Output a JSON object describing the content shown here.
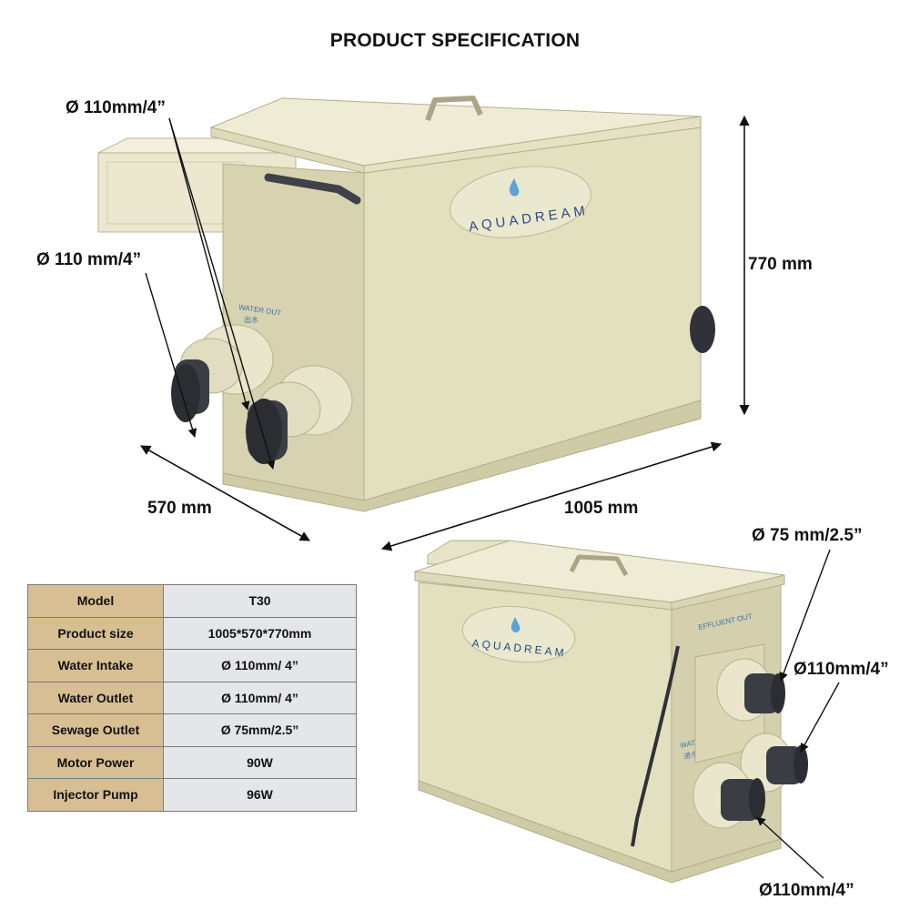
{
  "title": "PRODUCT SPECIFICATION",
  "dimensions": {
    "height": "770 mm",
    "depth": "570 mm",
    "width": "1005 mm"
  },
  "callouts": {
    "intake_top": "Ø 110mm/4”",
    "intake_left": "Ø 110 mm/4”",
    "sewage": "Ø 75 mm/2.5”",
    "outlet_right": "Ø110mm/4”",
    "inlet_bottom": "Ø110mm/4”"
  },
  "product": {
    "brand_prefix": "AQU",
    "brand_mark": "AD",
    "brand_suffix": "REAM",
    "label_water_out": "WATER OUT",
    "label_water_out_cn": "出水",
    "label_effluent_out": "EFFLUENT OUT",
    "label_water_in": "WATER IN",
    "label_water_in_cn": "进水"
  },
  "spec_table": [
    {
      "key": "Model",
      "value": "T30"
    },
    {
      "key": "Product size",
      "value": "1005*570*770mm"
    },
    {
      "key": "Water Intake",
      "value": "Ø 110mm/ 4”"
    },
    {
      "key": "Water Outlet",
      "value": "Ø 110mm/ 4”"
    },
    {
      "key": "Sewage Outlet",
      "value": "Ø 75mm/2.5”"
    },
    {
      "key": "Motor Power",
      "value": "90W"
    },
    {
      "key": "Injector Pump",
      "value": "96W"
    }
  ],
  "colors": {
    "body": "#e6e3c3",
    "body_shade": "#d3cfaa",
    "lid": "#eeebd2",
    "pipe": "#3a3d44",
    "table_key": "#d8bf93",
    "table_value": "#e4e6ea"
  }
}
